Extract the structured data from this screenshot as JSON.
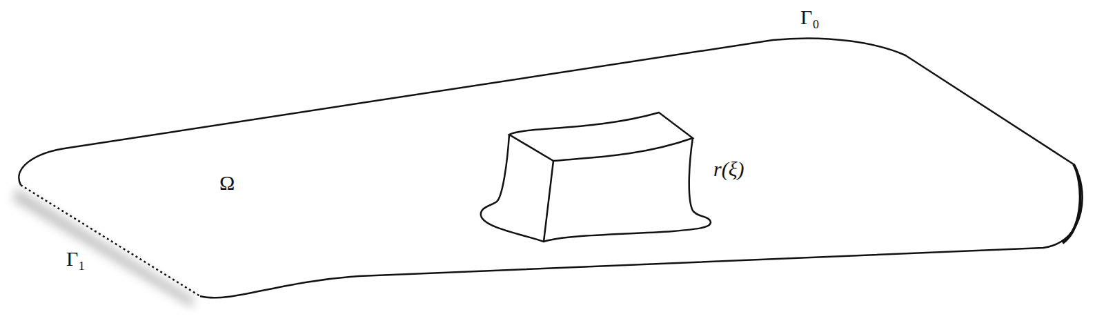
{
  "diagram": {
    "labels": [
      "Γ₀",
      "Ω",
      "Γ₁",
      "r(ξ)"
    ]
  }
}
